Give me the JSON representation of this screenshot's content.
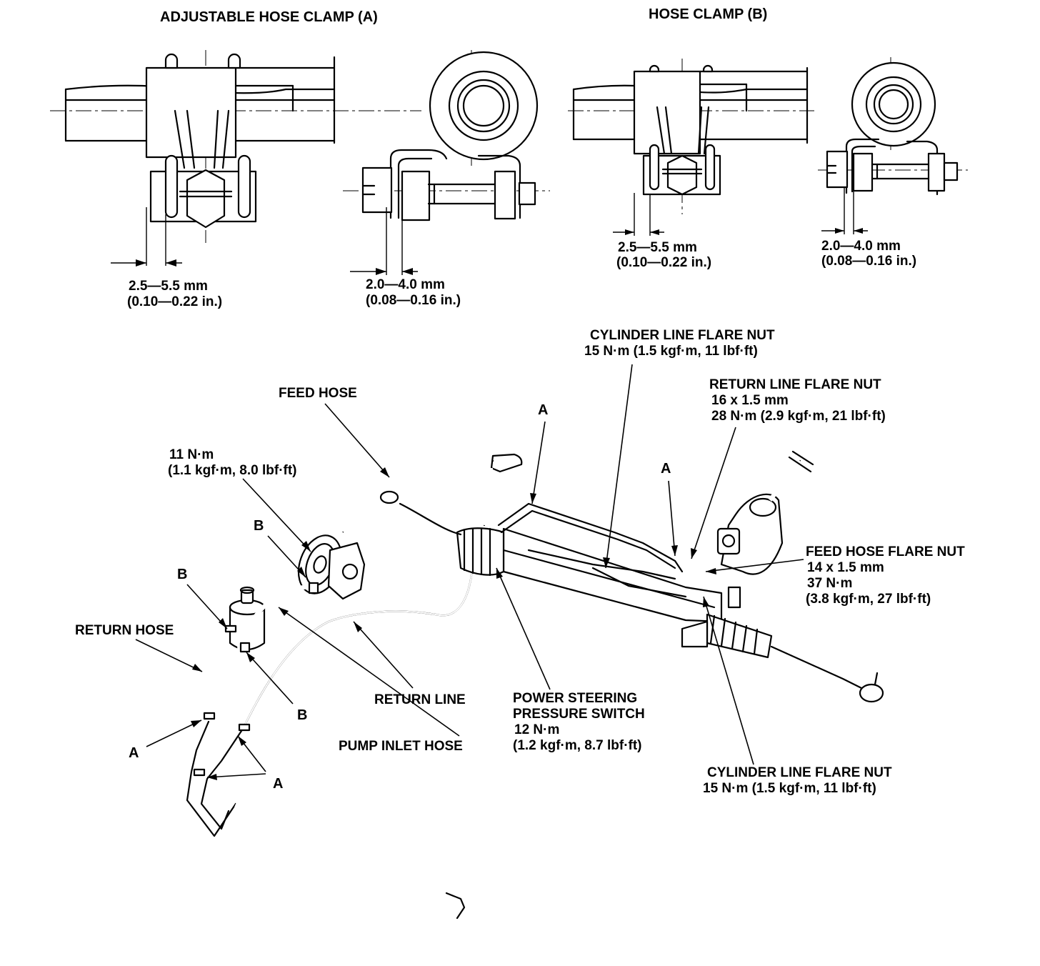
{
  "titles": {
    "clamp_a": "ADJUSTABLE HOSE CLAMP (A)",
    "clamp_b": "HOSE CLAMP (B)"
  },
  "clamp_a": {
    "side_spec_mm": "2.5—5.5 mm",
    "side_spec_in": "(0.10—0.22 in.)",
    "end_spec_mm": "2.0—4.0 mm",
    "end_spec_in": "(0.08—0.16 in.)"
  },
  "clamp_b": {
    "side_spec_mm": "2.5—5.5 mm",
    "side_spec_in": "(0.10—0.22 in.)",
    "end_spec_mm": "2.0—4.0 mm",
    "end_spec_in": "(0.08—0.16 in.)"
  },
  "callouts": {
    "cyl_nut_top_l1": "CYLINDER LINE FLARE NUT",
    "cyl_nut_top_l2": "15 N·m (1.5 kgf·m, 11 lbf·ft)",
    "ret_nut_l1": "RETURN LINE FLARE NUT",
    "ret_nut_l2": "16 x 1.5 mm",
    "ret_nut_l3": "28 N·m (2.9 kgf·m, 21 lbf·ft)",
    "feed_hose": "FEED HOSE",
    "pump_bolt_l1": "11 N·m",
    "pump_bolt_l2": "(1.1 kgf·m, 8.0 lbf·ft)",
    "feed_nut_l1": "FEED HOSE FLARE NUT",
    "feed_nut_l2": "14 x 1.5 mm",
    "feed_nut_l3": "37 N·m",
    "feed_nut_l4": "(3.8 kgf·m, 27 lbf·ft)",
    "return_hose": "RETURN HOSE",
    "return_line": "RETURN LINE",
    "pump_inlet": "PUMP INLET HOSE",
    "ps_switch_l1": "POWER STEERING",
    "ps_switch_l2": "PRESSURE SWITCH",
    "ps_switch_l3": "12 N·m",
    "ps_switch_l4": "(1.2 kgf·m, 8.7 lbf·ft)",
    "cyl_nut_bot_l1": "CYLINDER LINE FLARE NUT",
    "cyl_nut_bot_l2": "15 N·m (1.5 kgf·m, 11 lbf·ft)",
    "a_top_left": "A",
    "a_top_right": "A",
    "b_pump": "B",
    "b_left": "B",
    "b_reservoir": "B",
    "a_left": "A",
    "a_bottom": "A"
  }
}
